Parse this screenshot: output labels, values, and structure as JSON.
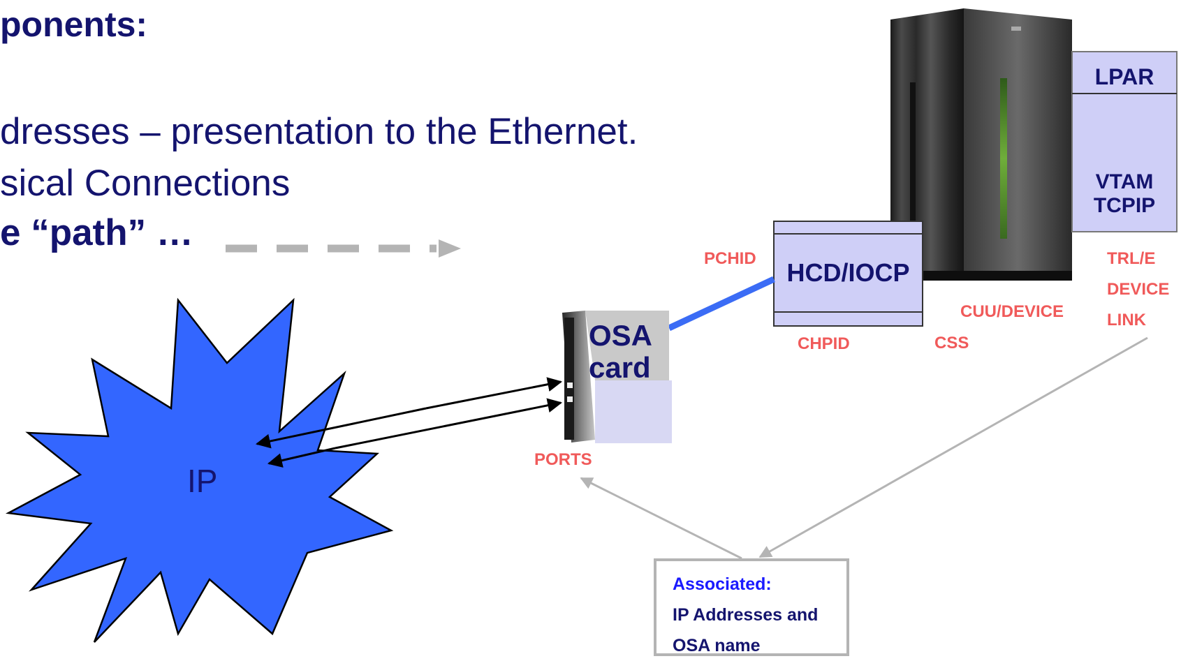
{
  "heading": "ponents:",
  "lines": {
    "line1": "dresses – presentation to the Ethernet.",
    "line2": "sical Connections",
    "line3_prefix": "e “",
    "line3_bold": "path",
    "line3_suffix": "” …"
  },
  "colors": {
    "navy": "#14146e",
    "red_label": "#f05a5a",
    "ip_cloud": "#3366ff",
    "channel_link": "#3b6cf5",
    "box_fill": "#cfcff7",
    "arrow_gray": "#b4b4b4"
  },
  "ip_cloud_label": "IP",
  "osa_card": {
    "line1": "OSA",
    "line2": "card"
  },
  "ports_label": "PORTS",
  "pchid_label": "PCHID",
  "hcd_label": "HCD/IOCP",
  "chpid_label": "CHPID",
  "css_label": "CSS",
  "cuu_label": "CUU/DEVICE",
  "lpar": {
    "title": "LPAR",
    "vtam": "VTAM",
    "tcpip": "TCPIP"
  },
  "trl_labels": {
    "trl": "TRL/E",
    "device": "DEVICE",
    "link": "LINK"
  },
  "associated_box": {
    "title": "Associated:",
    "line1": "IP Addresses and",
    "line2": "OSA name"
  }
}
